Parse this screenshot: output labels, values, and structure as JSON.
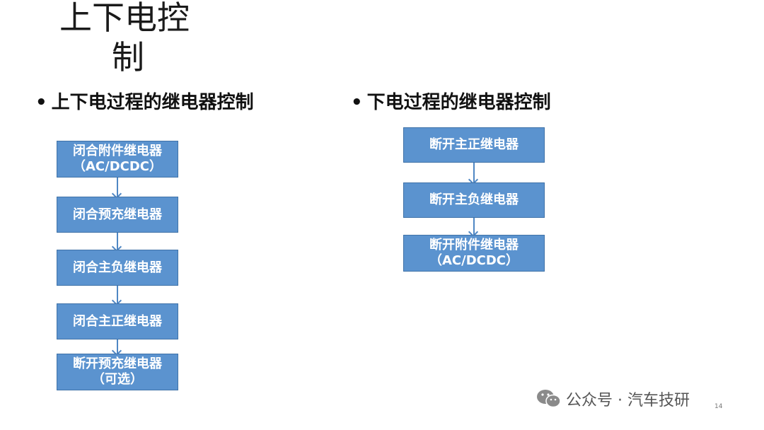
{
  "title": {
    "line1": "上下电控",
    "line2": "制"
  },
  "left": {
    "bullet": "•",
    "heading": "上下电过程的继电器控制",
    "boxes": [
      {
        "line1": "闭合附件继电器",
        "line2": "（AC/DCDC）"
      },
      {
        "line1": "闭合预充继电器",
        "line2": ""
      },
      {
        "line1": "闭合主负继电器",
        "line2": ""
      },
      {
        "line1": "闭合主正继电器",
        "line2": ""
      },
      {
        "line1": "断开预充继电器",
        "line2": "（可选）"
      }
    ]
  },
  "right": {
    "bullet": "•",
    "heading": "下电过程的继电器控制",
    "boxes": [
      {
        "line1": "断开主正继电器",
        "line2": ""
      },
      {
        "line1": "断开主负继电器",
        "line2": ""
      },
      {
        "line1": "断开附件继电器",
        "line2": "（AC/DCDC）"
      }
    ]
  },
  "watermark": {
    "text": "公众号 · 汽车技研",
    "icon": "wechat-icon"
  },
  "page_number": "14",
  "colors": {
    "box_fill": "#5b93cf",
    "box_border": "#3f72a8",
    "arrow": "#4f87c4"
  }
}
